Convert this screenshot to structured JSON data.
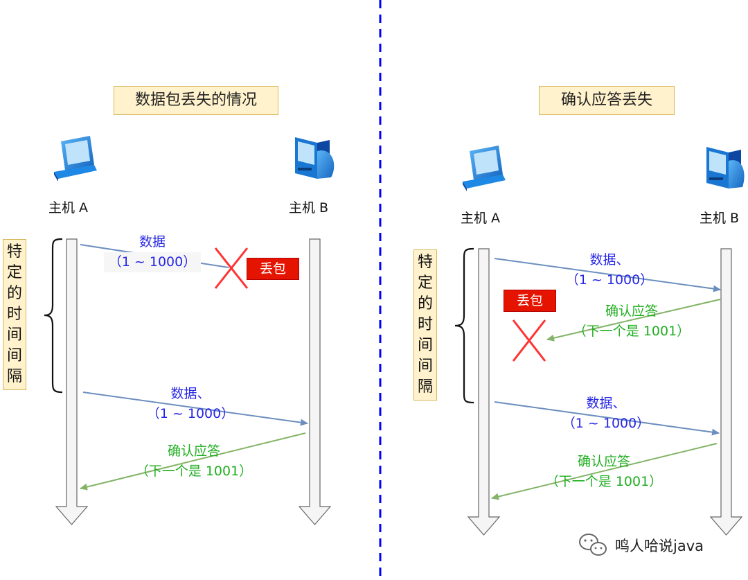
{
  "left_panel": {
    "title": "数据包丢失的情况",
    "host_a": "主机 A",
    "host_b": "主机 B",
    "interval_chars": [
      "特",
      "定",
      "的",
      "时",
      "间",
      "间",
      "隔"
    ],
    "first_send": {
      "line1": "数据",
      "line2": "（1 ~ 1000）"
    },
    "loss_label": "丢包",
    "second_send": {
      "line1": "数据、",
      "line2": "（1 ~ 1000）"
    },
    "ack": {
      "line1": "确认应答",
      "line2": "（下一个是 1001）"
    }
  },
  "right_panel": {
    "title": "确认应答丢失",
    "host_a": "主机 A",
    "host_b": "主机 B",
    "interval_chars": [
      "特",
      "定",
      "的",
      "时",
      "间",
      "间",
      "隔"
    ],
    "first_send": {
      "line1": "数据、",
      "line2": "（1 ~ 1000）"
    },
    "loss_label": "丢包",
    "lost_ack": {
      "line1": "确认应答",
      "line2": "（下一个是 1001）"
    },
    "second_send": {
      "line1": "数据、",
      "line2": "（1 ~ 1000）"
    },
    "ack": {
      "line1": "确认应答",
      "line2": "（下一个是 1001）"
    }
  },
  "watermark": {
    "text": "鸣人哈说java",
    "icon": "wechat-icon"
  },
  "colors": {
    "divider": "#0000ff",
    "data_arrow": "#6c8ebf",
    "ack_arrow": "#82b366",
    "loss_x": "#ff3333",
    "loss_badge": "#e51400",
    "title_fill": "#fff2cc",
    "title_border": "#d6b656"
  }
}
